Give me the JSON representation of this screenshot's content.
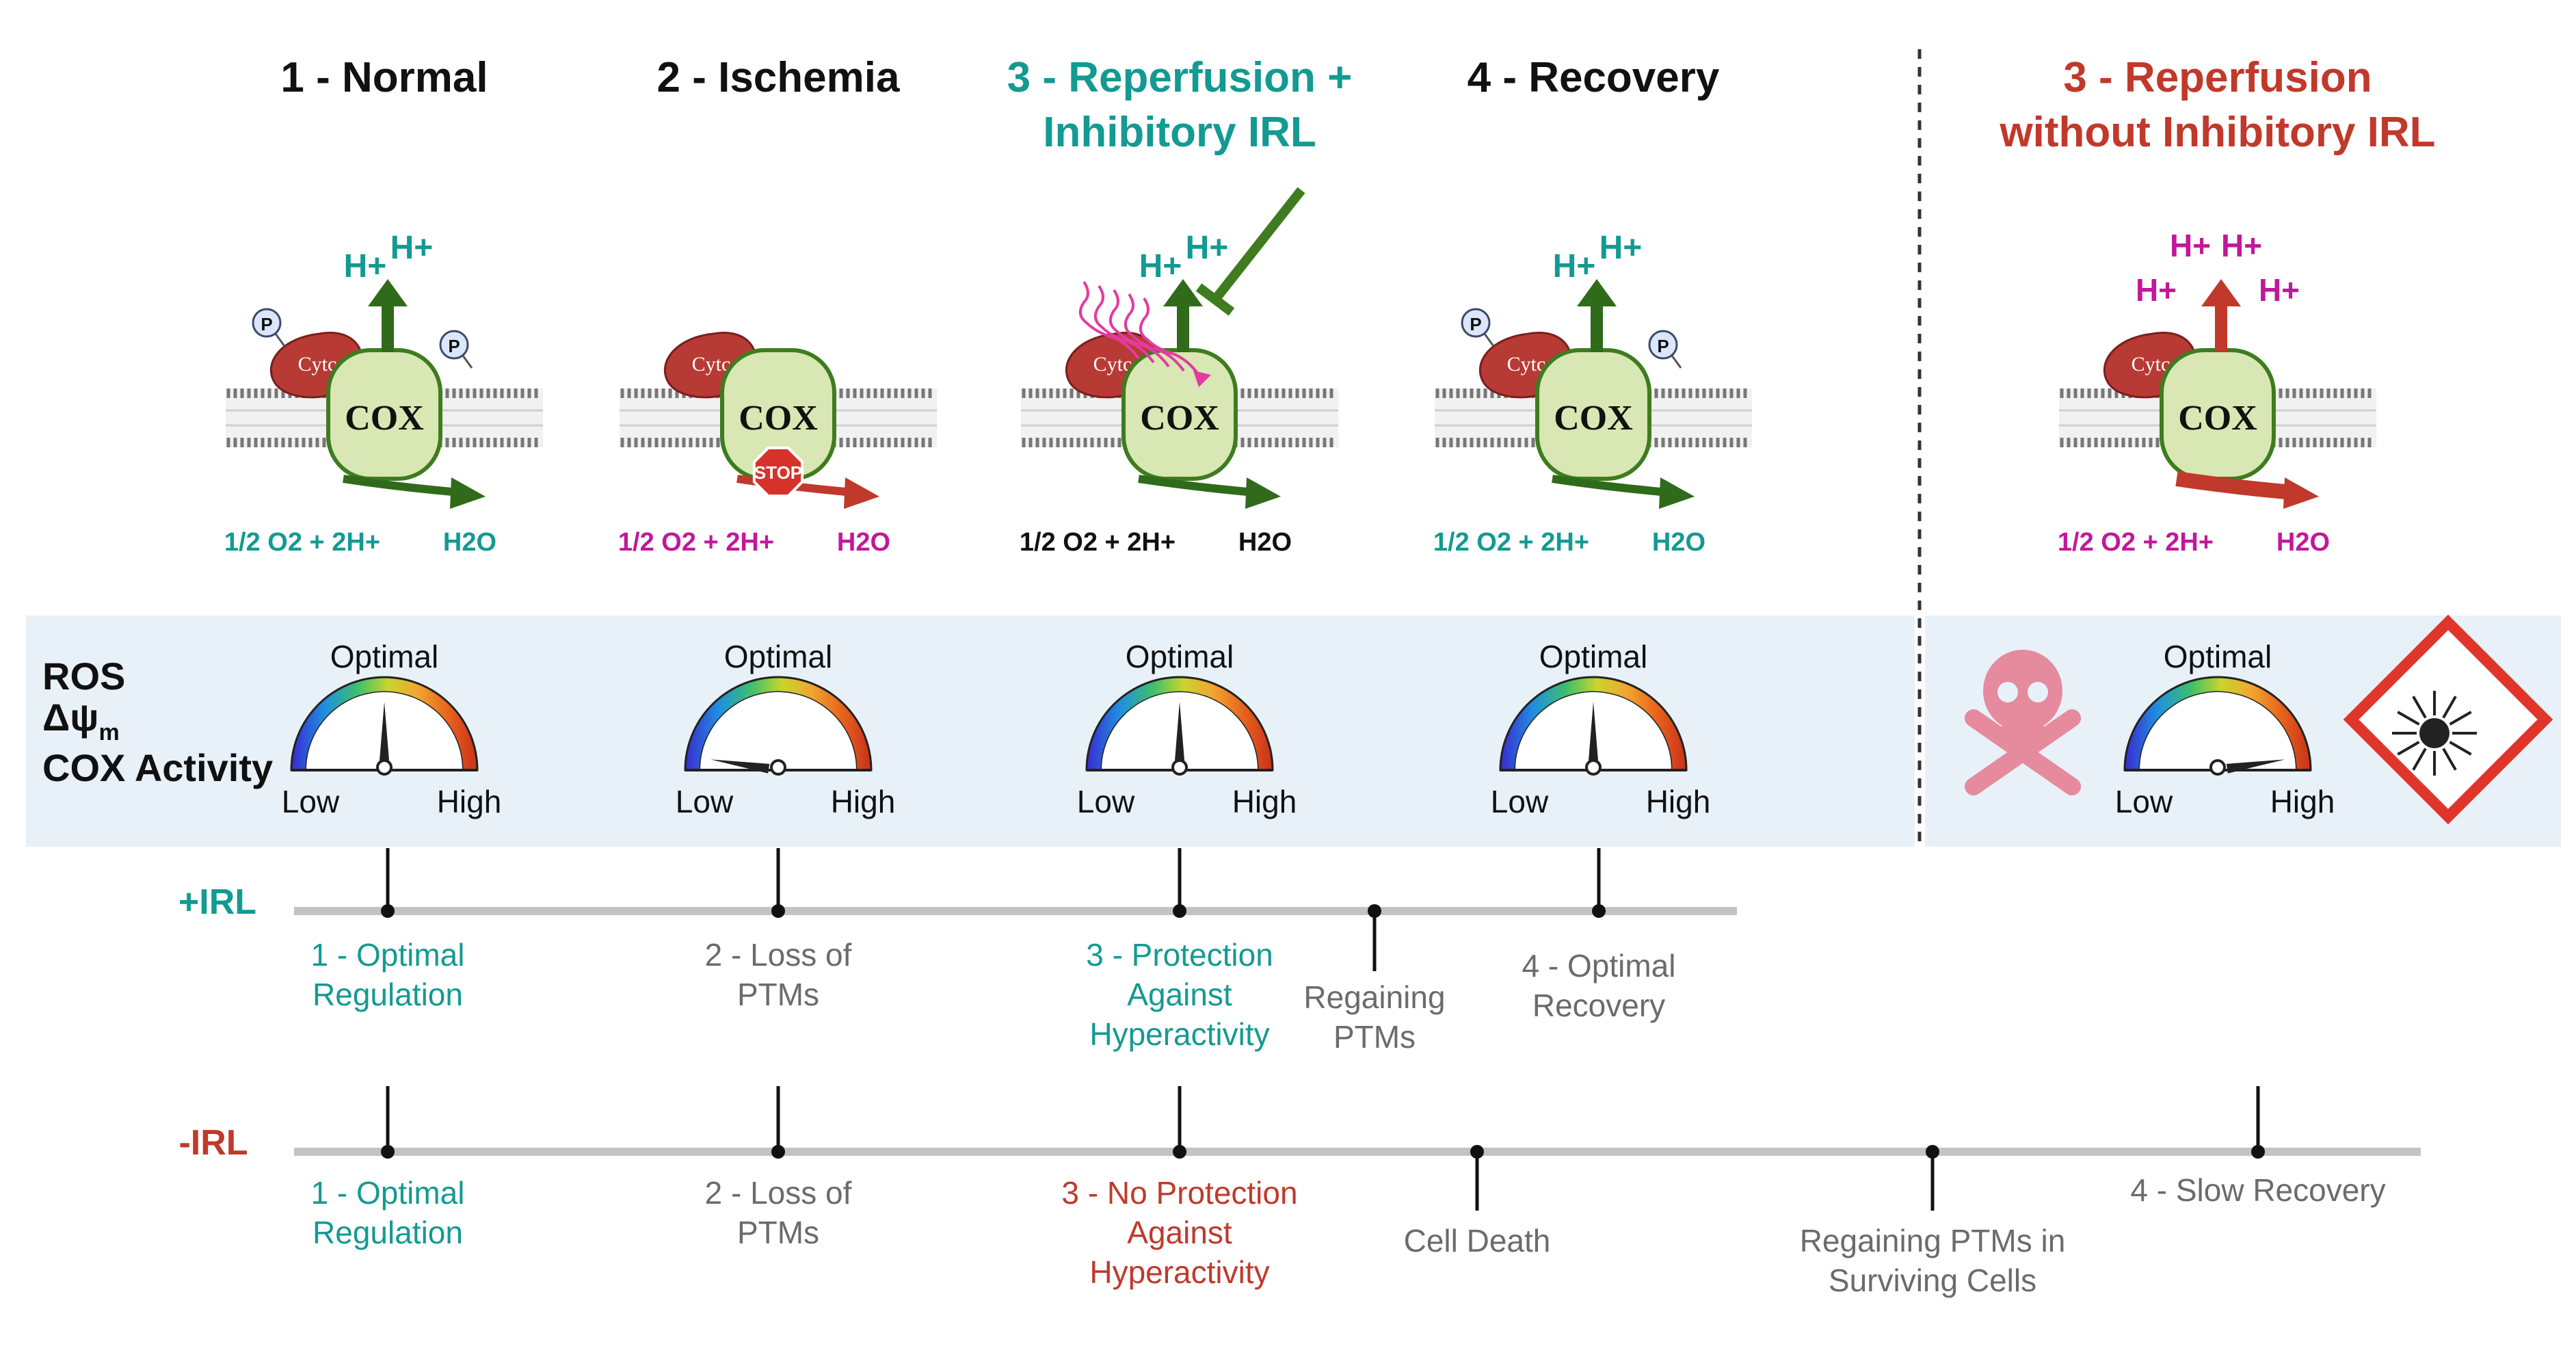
{
  "panels": [
    {
      "title_lines": [
        "1 - Normal"
      ],
      "title_color": "#111111",
      "protons": [
        "H+",
        "H+"
      ],
      "proton_color": "#139a92",
      "phosphorylated": true,
      "stopped": false,
      "inhibitor": false,
      "ros_waves": false,
      "reaction_reactant": "1/2 O2 + 2H+",
      "reaction_product": "H2O",
      "reaction_color": "#139a92",
      "arrow_color": "#2f6b1a",
      "gauge": {
        "label_top": "Optimal",
        "label_low": "Low",
        "label_high": "High",
        "level": 0.5
      }
    },
    {
      "title_lines": [
        "2 - Ischemia"
      ],
      "title_color": "#111111",
      "protons": [],
      "proton_color": "#139a92",
      "phosphorylated": false,
      "stopped": true,
      "stop_label": "STOP",
      "inhibitor": false,
      "ros_waves": false,
      "reaction_reactant": "1/2 O2 + 2H+",
      "reaction_product": "H2O",
      "reaction_color": "#c2189a",
      "arrow_color": "#c0392b",
      "gauge": {
        "label_top": "Optimal",
        "label_low": "Low",
        "label_high": "High",
        "level": 0.05
      }
    },
    {
      "title_lines": [
        "3 - Reperfusion +",
        "Inhibitory IRL"
      ],
      "title_color": "#139a92",
      "protons": [
        "H+",
        "H+"
      ],
      "proton_color": "#139a92",
      "phosphorylated": false,
      "stopped": false,
      "inhibitor": true,
      "ros_waves": true,
      "reaction_reactant": "1/2 O2 + 2H+",
      "reaction_product": "H2O",
      "reaction_color": "#111111",
      "arrow_color": "#2f6b1a",
      "gauge": {
        "label_top": "Optimal",
        "label_low": "Low",
        "label_high": "High",
        "level": 0.5
      }
    },
    {
      "title_lines": [
        "4 - Recovery"
      ],
      "title_color": "#111111",
      "protons": [
        "H+",
        "H+"
      ],
      "proton_color": "#139a92",
      "phosphorylated": true,
      "stopped": false,
      "inhibitor": false,
      "ros_waves": false,
      "reaction_reactant": "1/2 O2 + 2H+",
      "reaction_product": "H2O",
      "reaction_color": "#139a92",
      "arrow_color": "#2f6b1a",
      "gauge": {
        "label_top": "Optimal",
        "label_low": "Low",
        "label_high": "High",
        "level": 0.5
      }
    },
    {
      "title_lines": [
        "3 - Reperfusion",
        "without Inhibitory IRL"
      ],
      "title_color": "#c0392b",
      "protons": [
        "H+",
        "H+",
        "H+",
        "H+"
      ],
      "proton_color": "#c2189a",
      "phosphorylated": false,
      "stopped": false,
      "inhibitor": false,
      "ros_waves": false,
      "reaction_reactant": "1/2 O2 + 2H+",
      "reaction_product": "H2O",
      "reaction_color": "#c2189a",
      "arrow_color": "#c0392b",
      "gauge": {
        "label_top": "Optimal",
        "label_low": "Low",
        "label_high": "High",
        "level": 0.95
      }
    }
  ],
  "labels": {
    "cytc": "Cytc",
    "cox": "COX",
    "phospho": "P"
  },
  "gauge_band": {
    "row_labels": [
      "ROS",
      "Δψm",
      "COX Activity"
    ],
    "icons": [
      "skull-crossbones-icon",
      "explosive-hazard-icon"
    ]
  },
  "timelines": {
    "plus": {
      "label": "+IRL",
      "label_color": "#139a92",
      "events": [
        {
          "lines": [
            "1 - Optimal",
            "Regulation"
          ],
          "color": "#139a92"
        },
        {
          "lines": [
            "2 - Loss of",
            "PTMs"
          ],
          "color": "#6b6b6b"
        },
        {
          "lines": [
            "3 - Protection",
            "Against",
            "Hyperactivity"
          ],
          "color": "#139a92"
        },
        {
          "lines": [
            "Regaining",
            "PTMs"
          ],
          "color": "#6b6b6b"
        },
        {
          "lines": [
            "4 - Optimal",
            "Recovery"
          ],
          "color": "#6b6b6b"
        }
      ]
    },
    "minus": {
      "label": "-IRL",
      "label_color": "#c0392b",
      "events": [
        {
          "lines": [
            "1 - Optimal",
            "Regulation"
          ],
          "color": "#139a92"
        },
        {
          "lines": [
            "2 - Loss of",
            "PTMs"
          ],
          "color": "#6b6b6b"
        },
        {
          "lines": [
            "3 - No Protection",
            "Against",
            "Hyperactivity"
          ],
          "color": "#c0392b"
        },
        {
          "lines": [
            "Cell Death"
          ],
          "color": "#6b6b6b"
        },
        {
          "lines": [
            "Regaining PTMs in",
            "Surviving Cells"
          ],
          "color": "#6b6b6b"
        },
        {
          "lines": [
            "4 - Slow Recovery"
          ],
          "color": "#6b6b6b"
        }
      ]
    }
  }
}
